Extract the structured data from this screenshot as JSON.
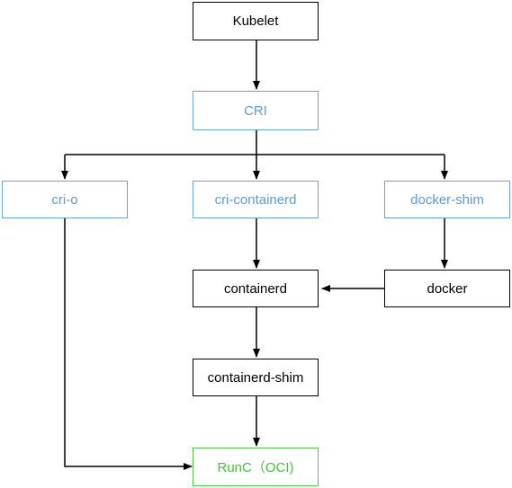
{
  "nodes": {
    "kubelet": "Kubelet",
    "cri": "CRI",
    "cri_o": "cri-o",
    "cri_containerd": "cri-containerd",
    "docker_shim": "docker-shim",
    "containerd": "containerd",
    "docker": "docker",
    "containerd_shim": "containerd-shim",
    "runc": "RunC（OCI)"
  },
  "colors": {
    "interface_border": "#6aa5d5",
    "interface_text": "#5c9bcf",
    "runtime_border": "#53c94a",
    "runtime_text": "#45c23a",
    "default": "#000000"
  }
}
